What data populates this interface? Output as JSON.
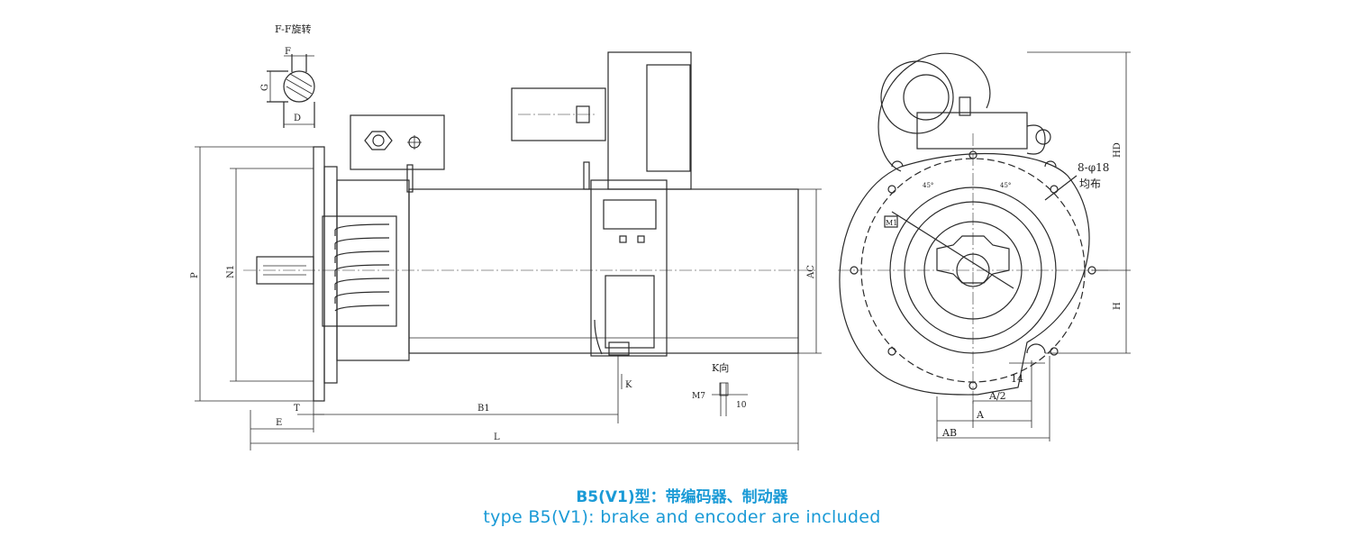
{
  "caption": {
    "chinese": "B5(V1)型：带编码器、制动器",
    "english": "type B5(V1):   brake and encoder are included"
  },
  "side_view": {
    "section_title": "F-F旋转",
    "dims": {
      "F": "F",
      "G": "G",
      "D": "D",
      "P": "P",
      "N1": "N1",
      "AC": "AC",
      "T": "T",
      "E": "E",
      "B1": "B1",
      "L": "L",
      "K": "K",
      "K_view": "K向",
      "M7": "M7",
      "ten": "10"
    }
  },
  "end_view": {
    "holes": "8-φ18",
    "holes_note": "均布",
    "angle1": "45°",
    "angle2": "45°",
    "dims": {
      "HD": "HD",
      "H": "H",
      "A_half": "A/2",
      "A": "A",
      "AB": "AB",
      "fourteen": "14",
      "M1": "M1"
    }
  },
  "colors": {
    "line": "#2a2a2a",
    "caption": "#1a9ad6",
    "watermark": "#e6e6e6"
  }
}
